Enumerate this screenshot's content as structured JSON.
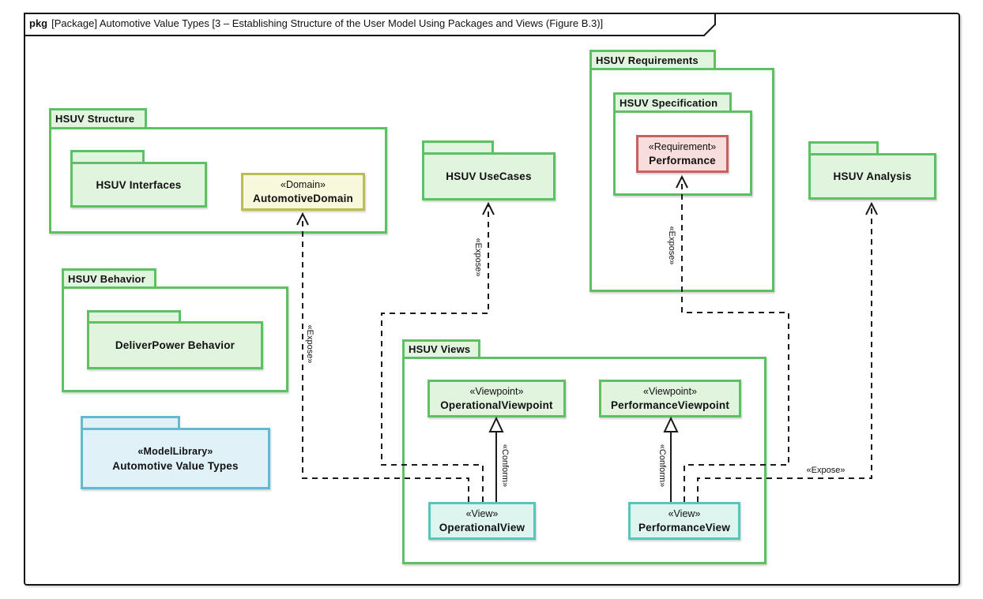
{
  "frame": {
    "keyword": "pkg",
    "title": "[Package] Automotive Value Types [3 – Establishing Structure of the User Model Using Packages and Views (Figure B.3)]"
  },
  "packages": {
    "structure": "HSUV Structure",
    "behavior": "HSUV Behavior",
    "requirements": "HSUV Requirements",
    "specification": "HSUV Specification",
    "views": "HSUV Views"
  },
  "folders": {
    "interfaces": "HSUV Interfaces",
    "deliver_power": "DeliverPower Behavior",
    "use_cases": "HSUV UseCases",
    "analysis": "HSUV Analysis",
    "value_types": {
      "stereotype": "«ModelLibrary»",
      "name": "Automotive Value Types"
    }
  },
  "classes": {
    "automotive_domain": {
      "stereotype": "«Domain»",
      "name": "AutomotiveDomain"
    },
    "performance": {
      "stereotype": "«Requirement»",
      "name": "Performance"
    },
    "operational_viewpoint": {
      "stereotype": "«Viewpoint»",
      "name": "OperationalViewpoint"
    },
    "performance_viewpoint": {
      "stereotype": "«Viewpoint»",
      "name": "PerformanceViewpoint"
    },
    "operational_view": {
      "stereotype": "«View»",
      "name": "OperationalView"
    },
    "performance_view": {
      "stereotype": "«View»",
      "name": "PerformanceView"
    }
  },
  "edge_labels": {
    "expose": "«Expose»",
    "conform": "«Conform»"
  },
  "colors": {
    "green_border": "#5cc162",
    "green_fill": "#e1f4de",
    "olive_border": "#b9bd54",
    "olive_fill": "#f8f8dc",
    "red_border": "#c2635e",
    "red_fill": "#f8dddd",
    "teal_border": "#58c5bb",
    "teal_fill": "#def4ee",
    "blue_border": "#64b9d2",
    "blue_fill": "#e0f1f8"
  }
}
